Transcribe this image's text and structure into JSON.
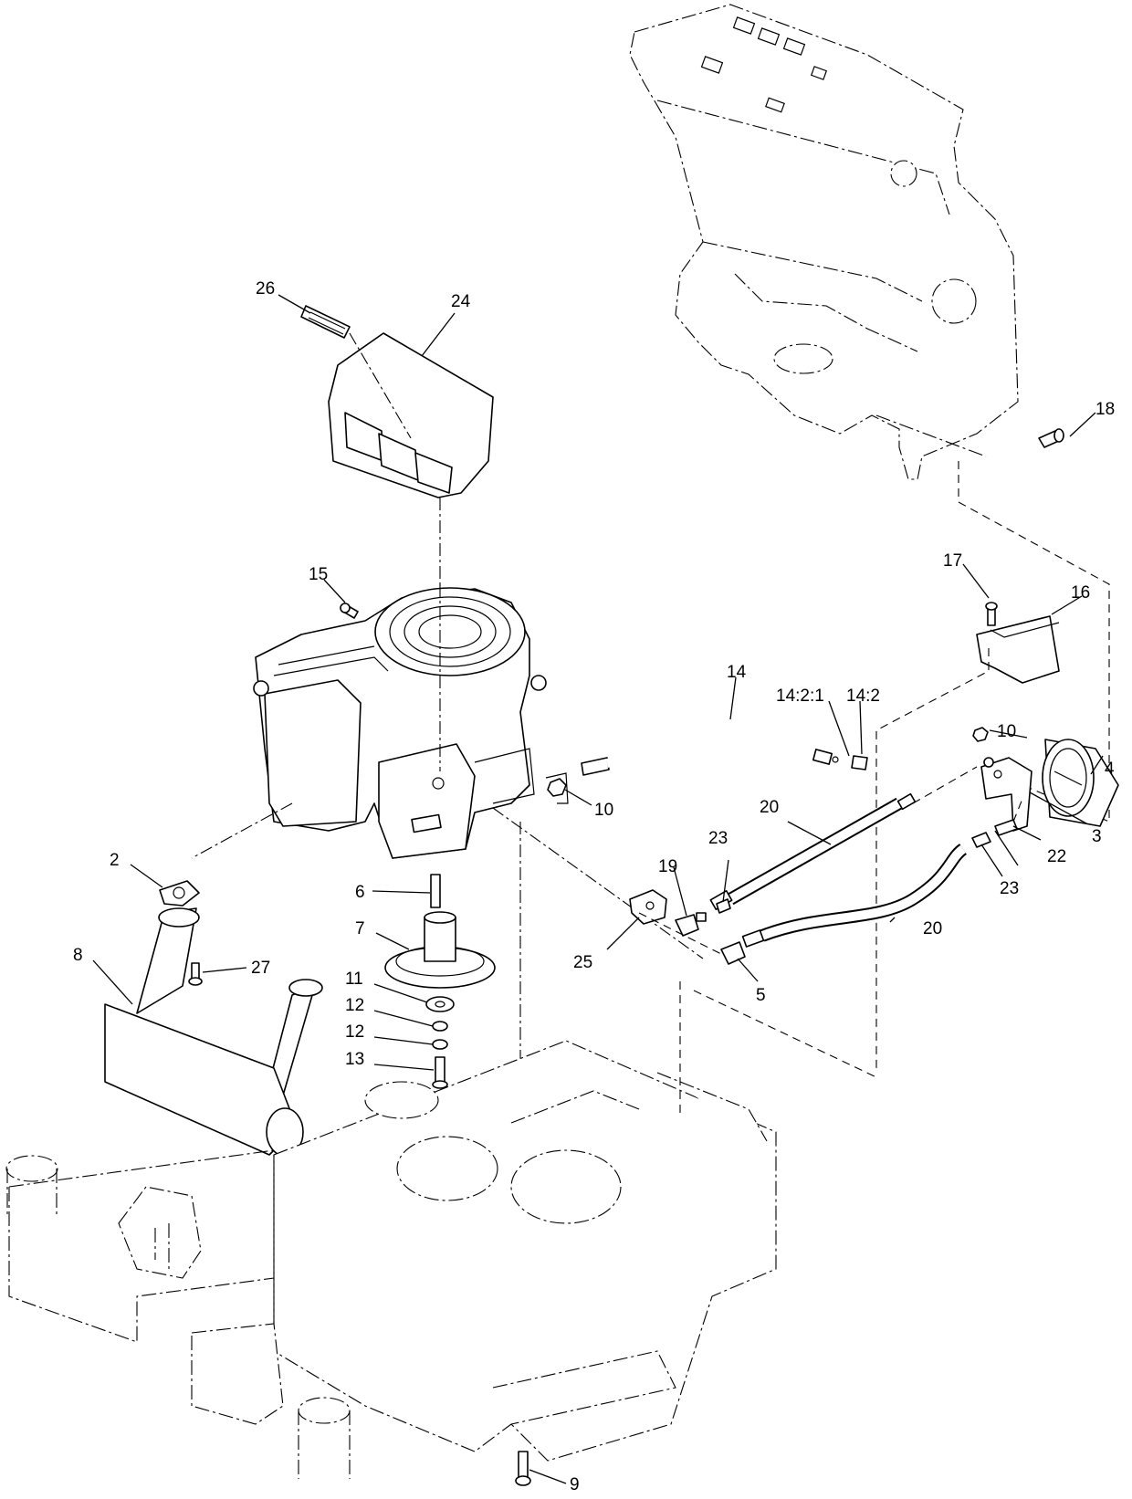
{
  "callouts": [
    {
      "id": "c26",
      "label": "26"
    },
    {
      "id": "c24",
      "label": "24"
    },
    {
      "id": "c18",
      "label": "18"
    },
    {
      "id": "c17",
      "label": "17"
    },
    {
      "id": "c16",
      "label": "16"
    },
    {
      "id": "c15",
      "label": "15"
    },
    {
      "id": "c14",
      "label": "14"
    },
    {
      "id": "c14-2-1",
      "label": "14:2:1"
    },
    {
      "id": "c14-2",
      "label": "14:2"
    },
    {
      "id": "c10a",
      "label": "10"
    },
    {
      "id": "c10b",
      "label": "10"
    },
    {
      "id": "c4",
      "label": "4"
    },
    {
      "id": "c3",
      "label": "3"
    },
    {
      "id": "c20a",
      "label": "20"
    },
    {
      "id": "c20b",
      "label": "20"
    },
    {
      "id": "c23a",
      "label": "23"
    },
    {
      "id": "c23b",
      "label": "23"
    },
    {
      "id": "c22",
      "label": "22"
    },
    {
      "id": "c19",
      "label": "19"
    },
    {
      "id": "c25",
      "label": "25"
    },
    {
      "id": "c5",
      "label": "5"
    },
    {
      "id": "c2",
      "label": "2"
    },
    {
      "id": "c6",
      "label": "6"
    },
    {
      "id": "c7",
      "label": "7"
    },
    {
      "id": "c8",
      "label": "8"
    },
    {
      "id": "c27",
      "label": "27"
    },
    {
      "id": "c11",
      "label": "11"
    },
    {
      "id": "c12a",
      "label": "12"
    },
    {
      "id": "c12b",
      "label": "12"
    },
    {
      "id": "c13",
      "label": "13"
    },
    {
      "id": "c9",
      "label": "9"
    }
  ],
  "parts": {
    "decal": "decal",
    "shield": "engine-shield",
    "rear_frame": "rear-frame-plate",
    "engine": "engine",
    "gauge": "hour-meter-gauge",
    "muffler": "muffler",
    "pulley": "drive-pulley",
    "main_frame": "main-frame"
  }
}
